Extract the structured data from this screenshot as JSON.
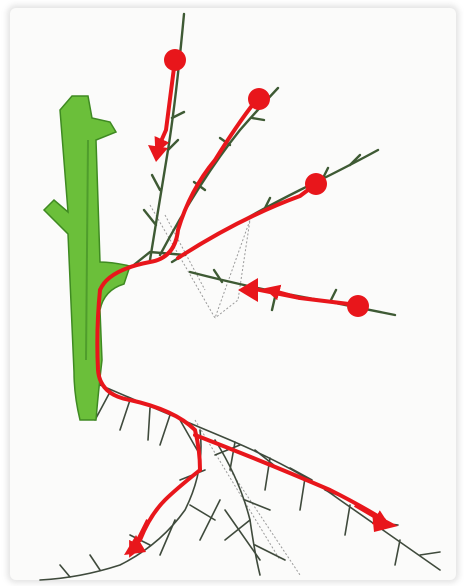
{
  "diagram": {
    "colors": {
      "stem_fill": "#6bbf3a",
      "stem_edge": "#3f8a22",
      "twig": "#3e5a34",
      "root": "#3f4a3c",
      "flow": "#e8161b",
      "guide": "#9a9a9a",
      "background": "#ffffff"
    },
    "markers": {
      "source_shape": "circle",
      "sink_shape": "arrowhead",
      "source_count": 4,
      "sink_count": 4
    }
  }
}
